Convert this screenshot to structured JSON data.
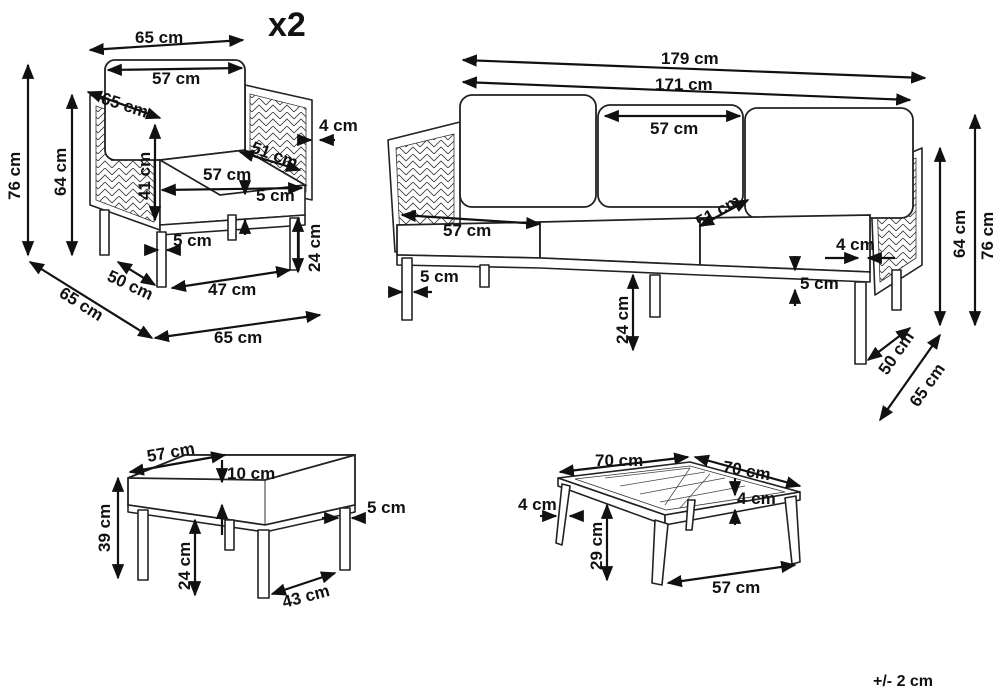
{
  "quantity": "x2",
  "tolerance": "+/- 2 cm",
  "armchair": {
    "top_width": "65 cm",
    "back_cushion_width": "57 cm",
    "arm_depth": "65 cm",
    "seat_depth": "51 cm",
    "back_height": "41 cm",
    "seat_width": "57 cm",
    "cushion_thickness": "5 cm",
    "arm_width": "4 cm",
    "height": "76 cm",
    "arm_height": "64 cm",
    "leg_inset": "5 cm",
    "leg_height": "24 cm",
    "leg_depth": "50 cm",
    "leg_span": "47 cm",
    "base_depth": "65 cm",
    "base_width": "65 cm"
  },
  "sofa": {
    "overall_width": "179 cm",
    "inner_width": "171 cm",
    "back_cushion_width": "57 cm",
    "seat_cushion_width": "57 cm",
    "seat_depth": "51 cm",
    "arm_width": "4 cm",
    "cushion_thickness": "5 cm",
    "leg_inset": "5 cm",
    "leg_height": "24 cm",
    "height_inner": "64 cm",
    "height": "76 cm",
    "leg_depth": "50 cm",
    "depth": "65 cm"
  },
  "ottoman": {
    "width": "57 cm",
    "cushion_thickness": "10 cm",
    "overhang": "5 cm",
    "height": "39 cm",
    "leg_height": "24 cm",
    "leg_span": "43 cm"
  },
  "table": {
    "length": "70 cm",
    "width": "70 cm",
    "edge_left": "4 cm",
    "edge_right": "4 cm",
    "height": "29 cm",
    "leg_span": "57 cm"
  }
}
